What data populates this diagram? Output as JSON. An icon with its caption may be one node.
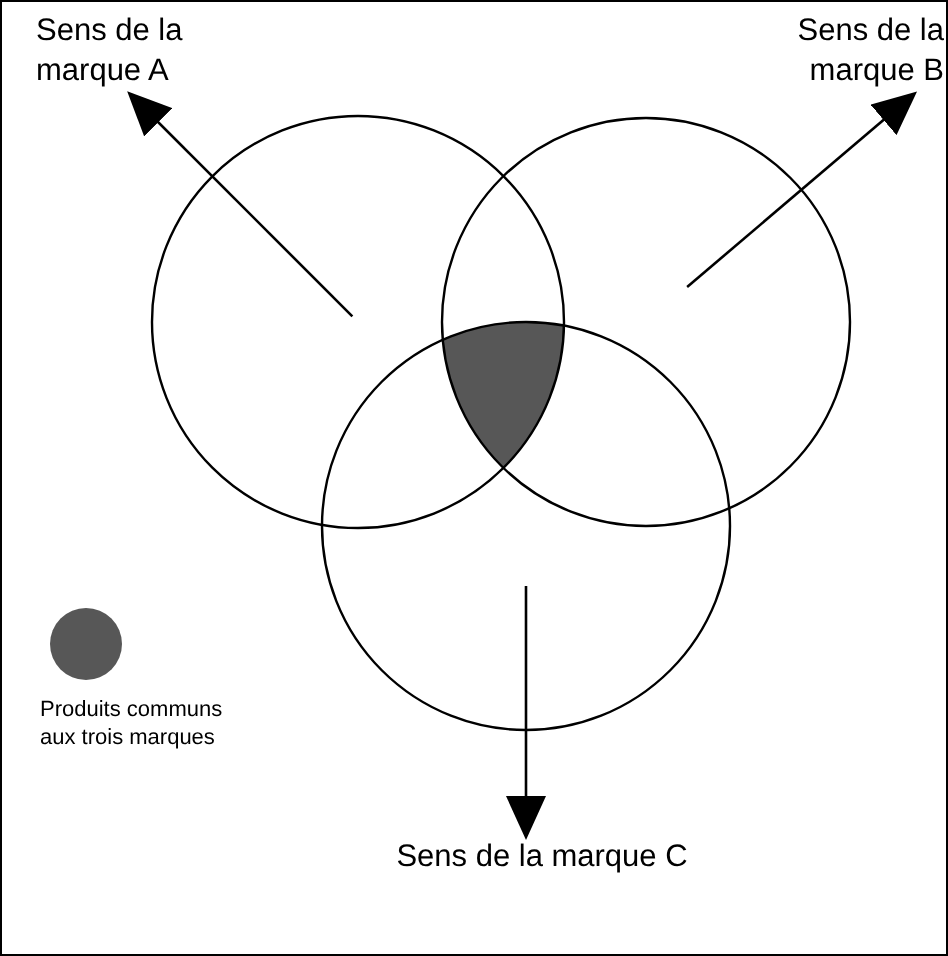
{
  "diagram": {
    "nodes": [
      {
        "text": [
          "Sens de la marque A"
        ]
      },
      {
        "text": [
          "Sens de la marque B"
        ]
      },
      {
        "text": [],
        "shape": "circle"
      },
      {
        "text": [],
        "shape": "circle"
      },
      {
        "text": [],
        "shape": "circle"
      },
      {
        "text": [
          "Sens de la marque C"
        ]
      }
    ],
    "edges": [
      {
        "from": 2,
        "to": 0,
        "arrow": "to"
      },
      {
        "from": 3,
        "to": 1,
        "arrow": "to"
      },
      {
        "from": 4,
        "to": 5,
        "arrow": "to"
      }
    ],
    "legend": [
      {
        "text": "Produits communs aux trois marques",
        "color": "#575757"
      }
    ]
  }
}
